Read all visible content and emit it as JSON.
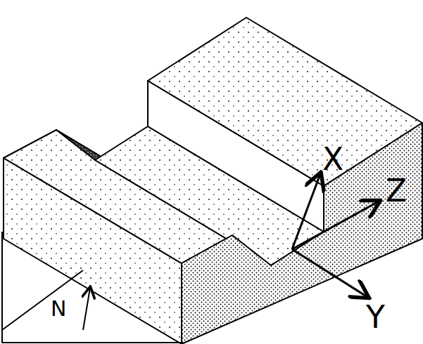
{
  "diagram": {
    "labels": [
      "X",
      "Z",
      "Y",
      "N"
    ]
  }
}
